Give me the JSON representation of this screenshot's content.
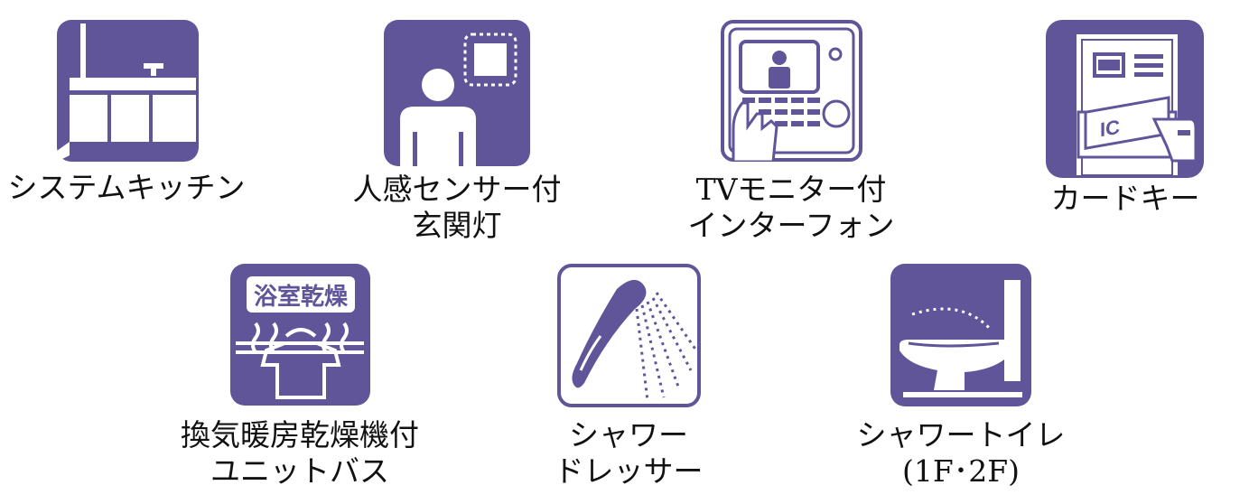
{
  "colors": {
    "accent": "#61559a",
    "text": "#111111",
    "background": "#ffffff"
  },
  "features": [
    {
      "icon": "system-kitchen-icon",
      "lines": [
        "システムキッチン"
      ]
    },
    {
      "icon": "motion-sensor-light-icon",
      "lines": [
        "人感センサー付",
        "玄関灯"
      ]
    },
    {
      "icon": "tv-monitor-intercom-icon",
      "lines": [
        "TVモニター付",
        "インターフォン"
      ]
    },
    {
      "icon": "card-key-icon",
      "lines": [
        "カードキー"
      ]
    },
    {
      "icon": "bathroom-dryer-icon",
      "badge": "浴室乾燥",
      "lines": [
        "換気暖房乾燥機付",
        "ユニットバス"
      ]
    },
    {
      "icon": "shower-dresser-icon",
      "lines": [
        "シャワー",
        "ドレッサー"
      ]
    },
    {
      "icon": "washlet-toilet-icon",
      "lines": [
        "シャワートイレ",
        "(1F･2F)"
      ]
    }
  ]
}
